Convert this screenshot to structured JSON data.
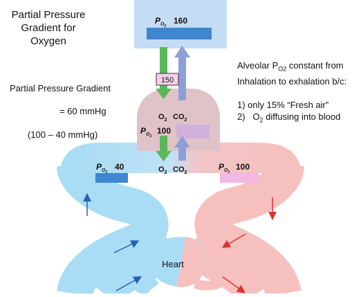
{
  "title": {
    "line1": "Partial Pressure",
    "line2": "Gradient for",
    "line3": "Oxygen"
  },
  "gradient": {
    "label": "Partial Pressure Gradient",
    "value": "= 60 mmHg",
    "calc": "(100 – 40 mmHg)"
  },
  "atmosphere": {
    "p_symbol": "P",
    "p_sub": "O",
    "p_sub2": "2",
    "value": "160"
  },
  "value_box": "150",
  "gases": {
    "o2": "O",
    "o2_sub": "2",
    "co2": "CO",
    "co2_sub": "2"
  },
  "alveolus": {
    "p_symbol": "P",
    "p_sub": "O",
    "p_sub2": "2",
    "value": "100"
  },
  "venous": {
    "p_symbol": "P",
    "p_sub": "O",
    "p_sub2": "2",
    "value": "40"
  },
  "arterial": {
    "p_symbol": "P",
    "p_sub": "O",
    "p_sub2": "2",
    "value": "100"
  },
  "heart_label": "Heart",
  "note": {
    "line1_pre": "Alveolar P",
    "line1_sub": "O2",
    "line1_post": " constant from",
    "line2": "Inhalation to exhalation b/c:",
    "item1": "1)  only 15% “Fresh air”",
    "item2_num": "2)",
    "item2_pre": "O",
    "item2_sub": "2",
    "item2_post": " diffusing into blood"
  },
  "colors": {
    "atmosphere_bg": "#c5dcf5",
    "blue_bar": "#3f86cf",
    "green_arrow": "#5ab85a",
    "blue_arrow": "#8c9fd8",
    "alveolus_fill": "#e0c3c8",
    "alveolus_bar": "#d1b1dc",
    "vein": "#a9dcf5",
    "artery": "#f6c0bf",
    "pink_bar": "#f3b7e3",
    "box_fill": "#f7cfe9",
    "dark_blue_arrow": "#2563ad",
    "red_arrow": "#e03030"
  }
}
